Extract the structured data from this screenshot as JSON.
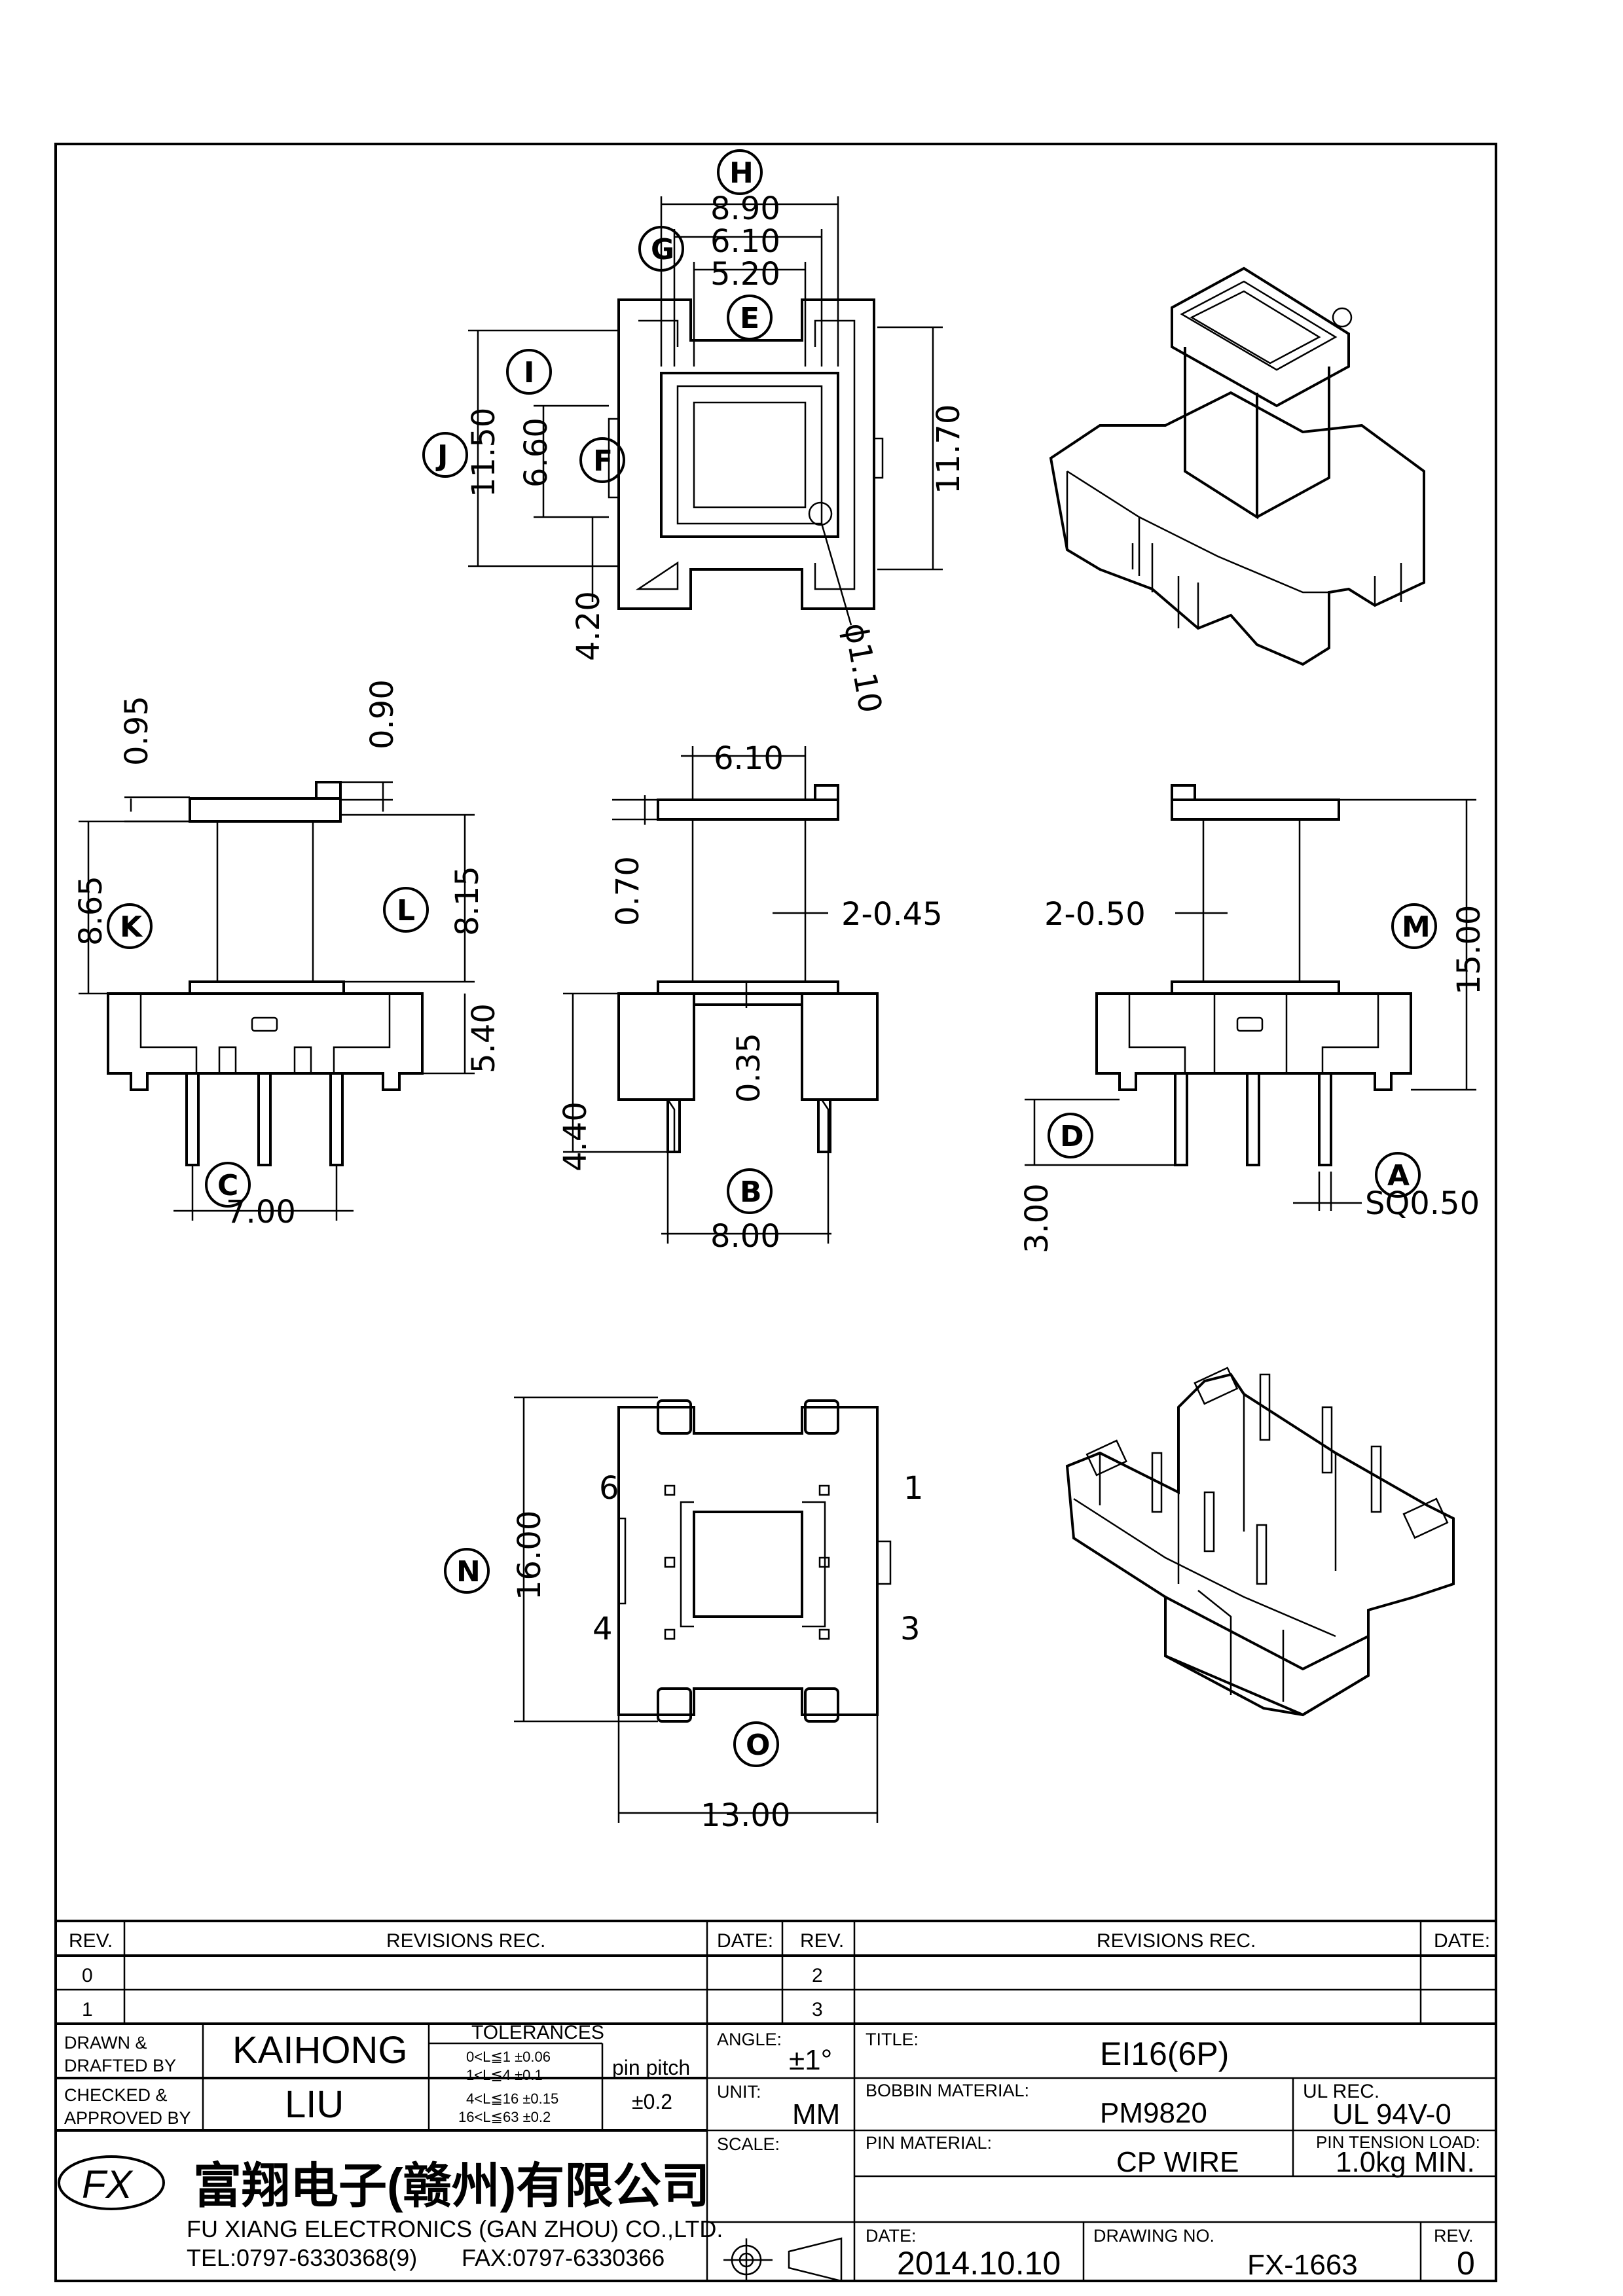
{
  "dimensions": {
    "top_width_outer": "8.90",
    "top_width_mid": "6.10",
    "top_width_inner": "5.20",
    "top_height_left": "11.50",
    "top_height_window": "6.60",
    "top_height_right": "11.70",
    "top_offset": "4.20",
    "top_hole": "ϕ1.10",
    "side_flange_top": "0.95",
    "side_flange_pin": "0.90",
    "side_height_left": "8.65",
    "side_height_right": "8.15",
    "side_base_height": "5.40",
    "side_pin_span": "7.00",
    "front_core_width": "6.10",
    "front_flange_thick": "0.70",
    "front_slot": "2-0.45",
    "front_base_thick": "0.35",
    "front_base_height": "4.40",
    "front_base_width": "8.00",
    "right_slot": "2-0.50",
    "right_total_height": "15.00",
    "right_pin_length": "3.00",
    "right_pin_section": "SQ0.50",
    "bottom_length": "16.00",
    "bottom_width": "13.00"
  },
  "callouts": [
    "H",
    "G",
    "E",
    "I",
    "F",
    "J",
    "K",
    "L",
    "C",
    "B",
    "M",
    "D",
    "A",
    "N",
    "O"
  ],
  "pin_numbers": [
    "6",
    "1",
    "4",
    "3"
  ],
  "revisions": {
    "left_headers": {
      "rev": "REV.",
      "records": "REVISIONS   REC.",
      "date": "DATE:"
    },
    "right_headers": {
      "rev": "REV.",
      "records": "REVISIONS   REC.",
      "date": "DATE:"
    },
    "left_rows": [
      "0",
      "1"
    ],
    "right_rows": [
      "2",
      "3"
    ]
  },
  "title_block": {
    "drawn_label_1": "DRAWN  &",
    "drawn_label_2": "DRAFTED  BY",
    "drawn_value": "KAIHONG",
    "checked_label_1": "CHECKED  &",
    "checked_label_2": "APPROVED  BY",
    "checked_value": "LIU",
    "tolerances_title": "TOLERANCES",
    "tolerances": [
      "0<L≦1   ±0.06",
      "1<L≦4   ±0.1",
      "4<L≦16  ±0.15",
      "16<L≦63  ±0.2"
    ],
    "pin_pitch_label": "pin  pitch",
    "pin_pitch_value": "±0.2",
    "angle_label": "ANGLE:",
    "angle_value": "±1°",
    "unit_label": "UNIT:",
    "unit_value": "MM",
    "scale_label": "SCALE:",
    "title_label": "TITLE:",
    "title_value": "EI16(6P)",
    "bobbin_label": "BOBBIN  MATERIAL:",
    "bobbin_value": "PM9820",
    "ul_label": "UL  REC.",
    "ul_value": "UL  94V-0",
    "pin_material_label": "PIN  MATERIAL:",
    "pin_material_value": "CP  WIRE",
    "pin_tension_label": "PIN  TENSION  LOAD:",
    "pin_tension_value": "1.0kg  MIN.",
    "date_label": "DATE:",
    "date_value": "2014.10.10",
    "drawing_no_label": "DRAWING  NO.",
    "drawing_no_value": "FX-1663",
    "rev_label": "REV.",
    "rev_value": "0",
    "company_cn": "富翔电子(赣州)有限公司",
    "company_en": "FU  XIANG  ELECTRONICS  (GAN  ZHOU)  CO.,LTD.",
    "tel": "TEL:0797-6330368(9)",
    "fax": "FAX:0797-6330366",
    "logo_text": "FX"
  }
}
